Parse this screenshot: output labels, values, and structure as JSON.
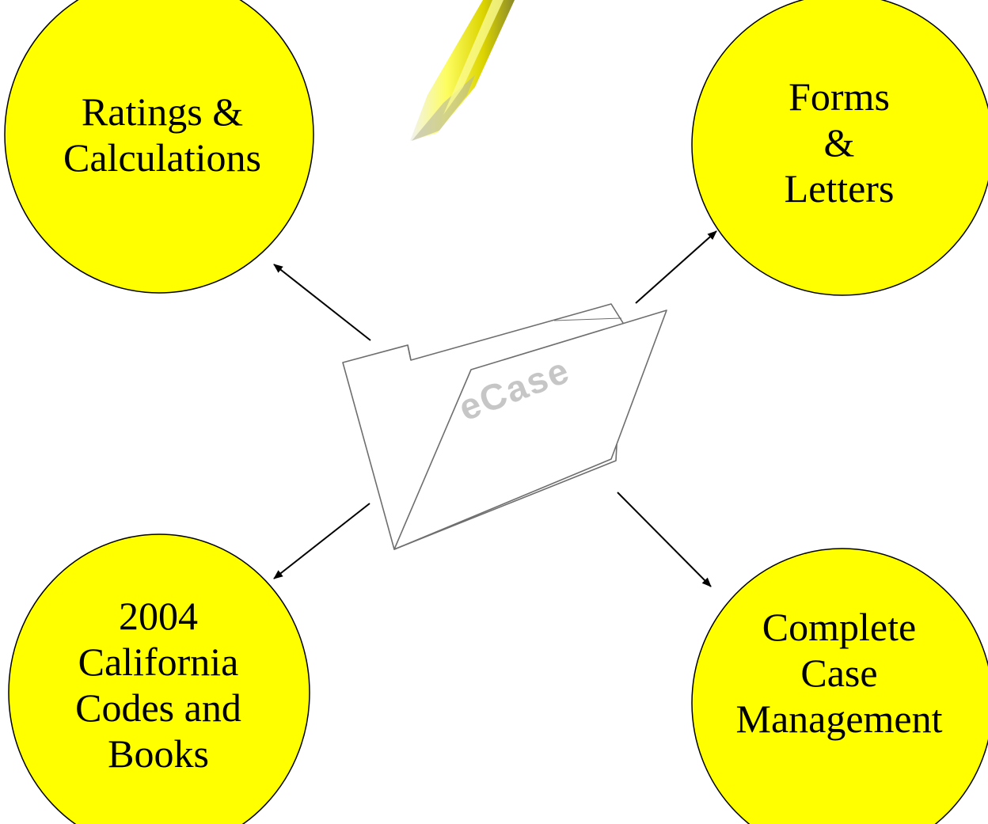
{
  "center": {
    "label": "eCase"
  },
  "nodes": {
    "ratings": {
      "lines": [
        "Ratings &",
        "Calculations"
      ]
    },
    "forms": {
      "lines": [
        "Forms",
        "&",
        "Letters"
      ]
    },
    "codes": {
      "lines": [
        "2004",
        "California",
        "Codes and",
        "Books"
      ]
    },
    "case": {
      "lines": [
        "Complete",
        "Case",
        "Management"
      ]
    }
  },
  "colors": {
    "node_fill": "#ffff00",
    "node_stroke": "#000000",
    "pen_yellow": "#e8e000",
    "folder_stroke": "#6e6e6e",
    "folder_label": "#c6c6c6"
  }
}
